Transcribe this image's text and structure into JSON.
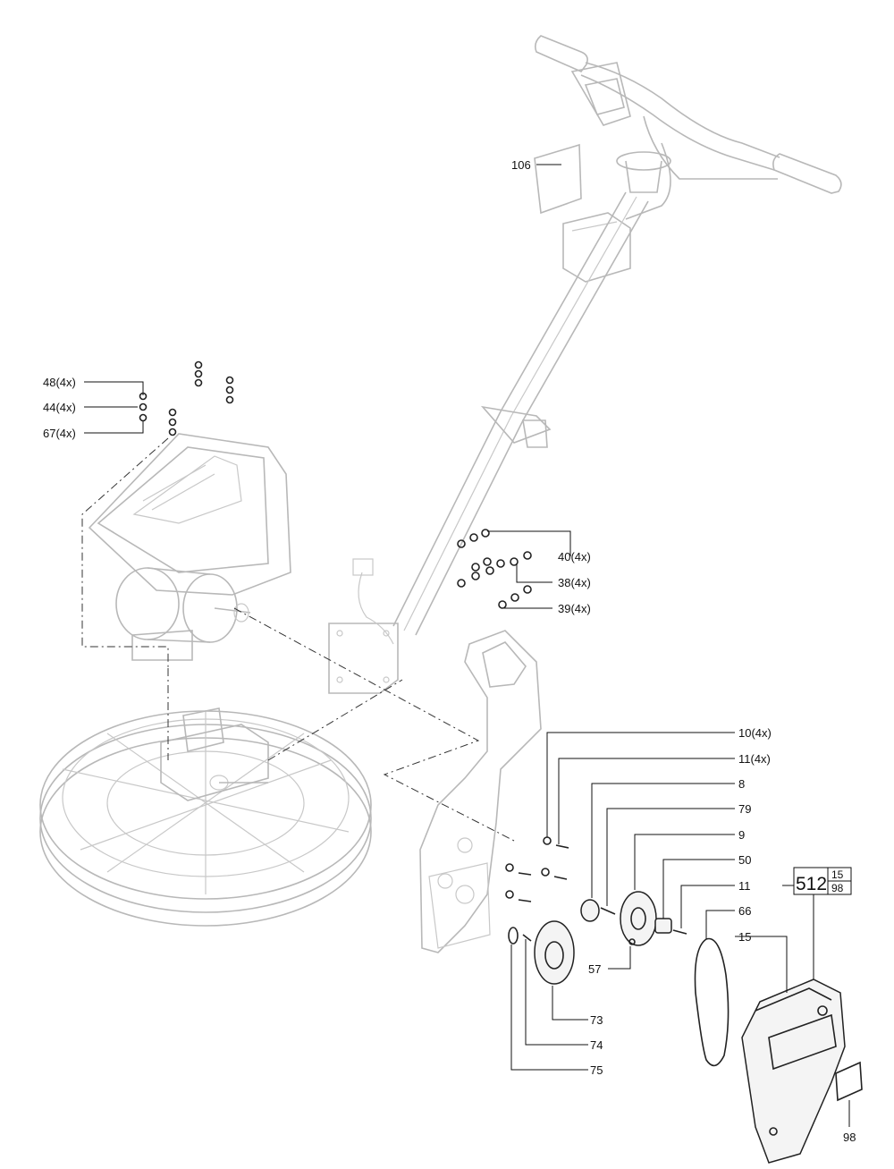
{
  "diagram": {
    "callouts": [
      {
        "id": "106",
        "text": "106"
      },
      {
        "id": "48",
        "text": "48(4x)"
      },
      {
        "id": "44",
        "text": "44(4x)"
      },
      {
        "id": "67",
        "text": "67(4x)"
      },
      {
        "id": "40",
        "text": "40(4x)"
      },
      {
        "id": "38",
        "text": "38(4x)"
      },
      {
        "id": "39",
        "text": "39(4x)"
      },
      {
        "id": "10",
        "text": "10(4x)"
      },
      {
        "id": "11x",
        "text": "11(4x)"
      },
      {
        "id": "8",
        "text": "8"
      },
      {
        "id": "79",
        "text": "79"
      },
      {
        "id": "9",
        "text": "9"
      },
      {
        "id": "50",
        "text": "50"
      },
      {
        "id": "11",
        "text": "11"
      },
      {
        "id": "66",
        "text": "66"
      },
      {
        "id": "15",
        "text": "15"
      },
      {
        "id": "57",
        "text": "57"
      },
      {
        "id": "73",
        "text": "73"
      },
      {
        "id": "74",
        "text": "74"
      },
      {
        "id": "75",
        "text": "75"
      },
      {
        "id": "98",
        "text": "98"
      }
    ],
    "badge": {
      "main": "512",
      "top": "15",
      "bottom": "98"
    }
  }
}
